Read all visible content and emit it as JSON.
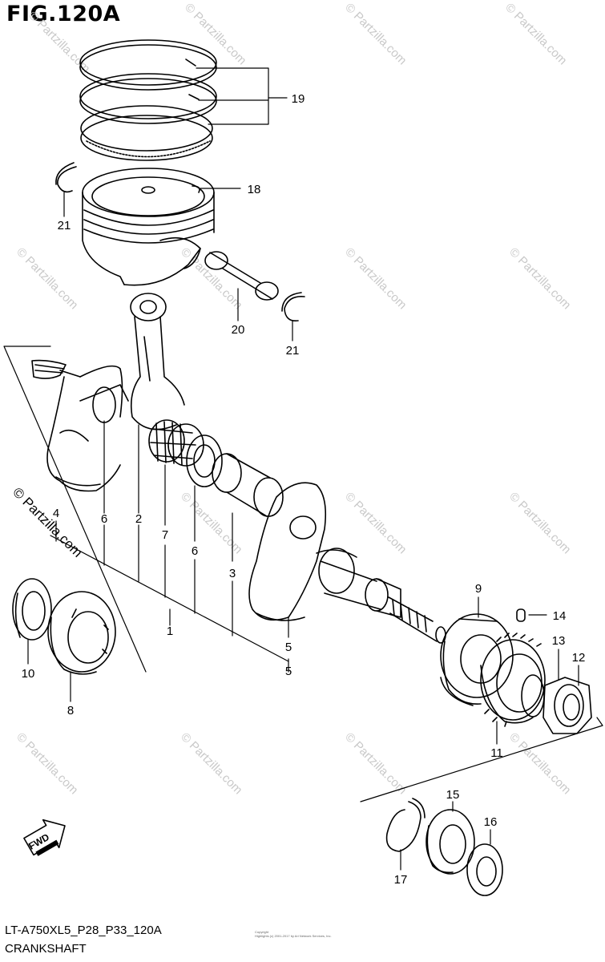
{
  "figure": {
    "title": "FIG.120A",
    "code": "LT-A750XL5_P28_P33_120A",
    "name": "CRANKSHAFT",
    "copyright": "Copyright\nHighlights (c) 2001-2017 by Ari Network Services, Inc.",
    "watermark": "© Partzilla.com",
    "fwd_label": "FWD"
  },
  "part_numbers": {
    "p1": "1",
    "p2": "2",
    "p3": "3",
    "p4": "4",
    "p5a": "5",
    "p5b": "5",
    "p6a": "6",
    "p6b": "6",
    "p7": "7",
    "p8": "8",
    "p9": "9",
    "p10": "10",
    "p11": "11",
    "p12": "12",
    "p13": "13",
    "p14": "14",
    "p15": "15",
    "p16": "16",
    "p17": "17",
    "p18": "18",
    "p19": "19",
    "p20": "20",
    "p21a": "21",
    "p21b": "21"
  },
  "icons": {
    "direction": "fwd-arrow-icon"
  }
}
